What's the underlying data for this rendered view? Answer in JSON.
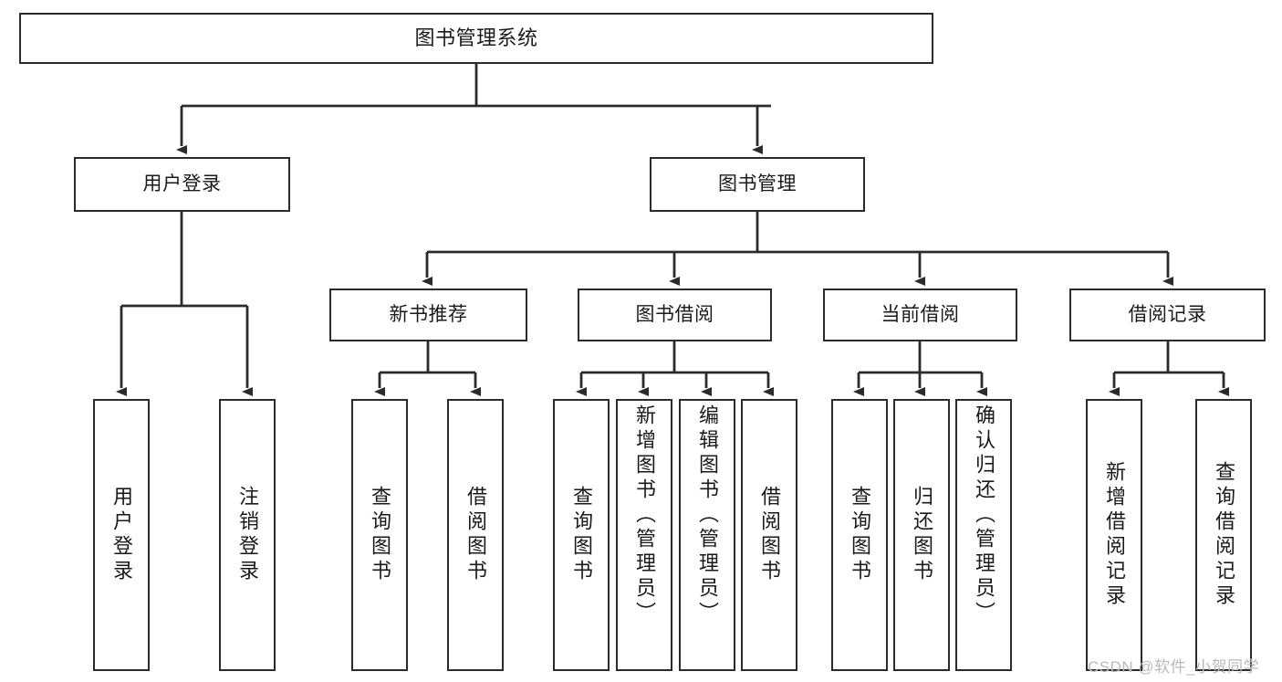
{
  "diagram": {
    "type": "tree-hierarchy-functional-decomposition",
    "title": "图书管理系统",
    "root": {
      "id": "root",
      "label": "图书管理系统"
    },
    "level2": [
      {
        "id": "user-login",
        "label": "用户登录"
      },
      {
        "id": "book-management",
        "label": "图书管理"
      }
    ],
    "level3": [
      {
        "id": "new-book-recommend",
        "label": "新书推荐",
        "parent": "book-management"
      },
      {
        "id": "book-borrow",
        "label": "图书借阅",
        "parent": "book-management"
      },
      {
        "id": "current-borrow",
        "label": "当前借阅",
        "parent": "book-management"
      },
      {
        "id": "borrow-record",
        "label": "借阅记录",
        "parent": "book-management"
      }
    ],
    "leaves": {
      "user_login": [
        {
          "id": "leaf-user-login",
          "label": "用户登录",
          "align": "center"
        },
        {
          "id": "leaf-logout-login",
          "label": "注销登录",
          "align": "center"
        }
      ],
      "new_book_recommend": [
        {
          "id": "leaf-query-book-1",
          "label": "查询图书",
          "align": "center"
        },
        {
          "id": "leaf-borrow-book-1",
          "label": "借阅图书",
          "align": "center"
        }
      ],
      "book_borrow": [
        {
          "id": "leaf-query-book-2",
          "label": "查询图书",
          "align": "center"
        },
        {
          "id": "leaf-add-book",
          "label": "新增图书（管理员）",
          "align": "top"
        },
        {
          "id": "leaf-edit-book",
          "label": "编辑图书（管理员）",
          "align": "top"
        },
        {
          "id": "leaf-borrow-book-2",
          "label": "借阅图书",
          "align": "center"
        }
      ],
      "current_borrow": [
        {
          "id": "leaf-query-book-3",
          "label": "查询图书",
          "align": "center"
        },
        {
          "id": "leaf-return-book",
          "label": "归还图书",
          "align": "center"
        },
        {
          "id": "leaf-confirm-return",
          "label": "确认归还（管理员）",
          "align": "top"
        }
      ],
      "borrow_record": [
        {
          "id": "leaf-add-record",
          "label": "新增借阅记录",
          "align": "center"
        },
        {
          "id": "leaf-query-record",
          "label": "查询借阅记录",
          "align": "center"
        }
      ]
    },
    "colors": {
      "stroke": "#2b2b2b",
      "fill": "#ffffff",
      "text": "#1a1a1a",
      "watermark": "#b9b9b9"
    }
  },
  "watermark": {
    "text": "CSDN @软件_小贺同学"
  }
}
